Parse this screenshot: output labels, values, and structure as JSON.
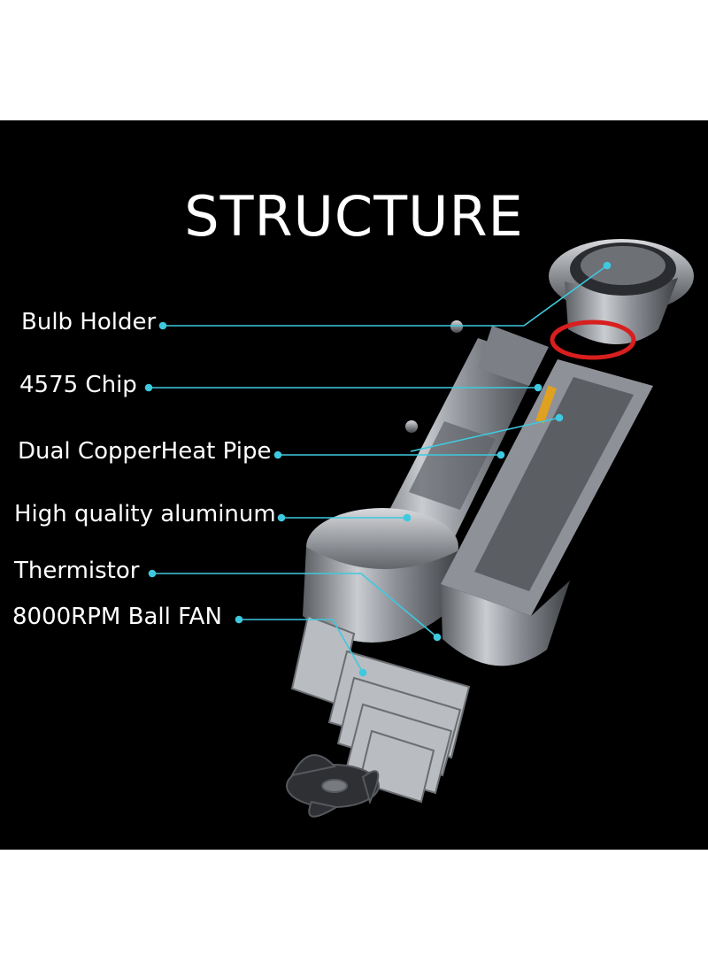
{
  "title": "STRUCTURE",
  "accent_color": "#3ec9e0",
  "labels": [
    {
      "text": "Bulb Holder"
    },
    {
      "text": "4575 Chip"
    },
    {
      "text": "Dual CopperHeat Pipe"
    },
    {
      "text": "High quality aluminum"
    },
    {
      "text": "Thermistor"
    },
    {
      "text": "8000RPM Ball FAN"
    }
  ]
}
